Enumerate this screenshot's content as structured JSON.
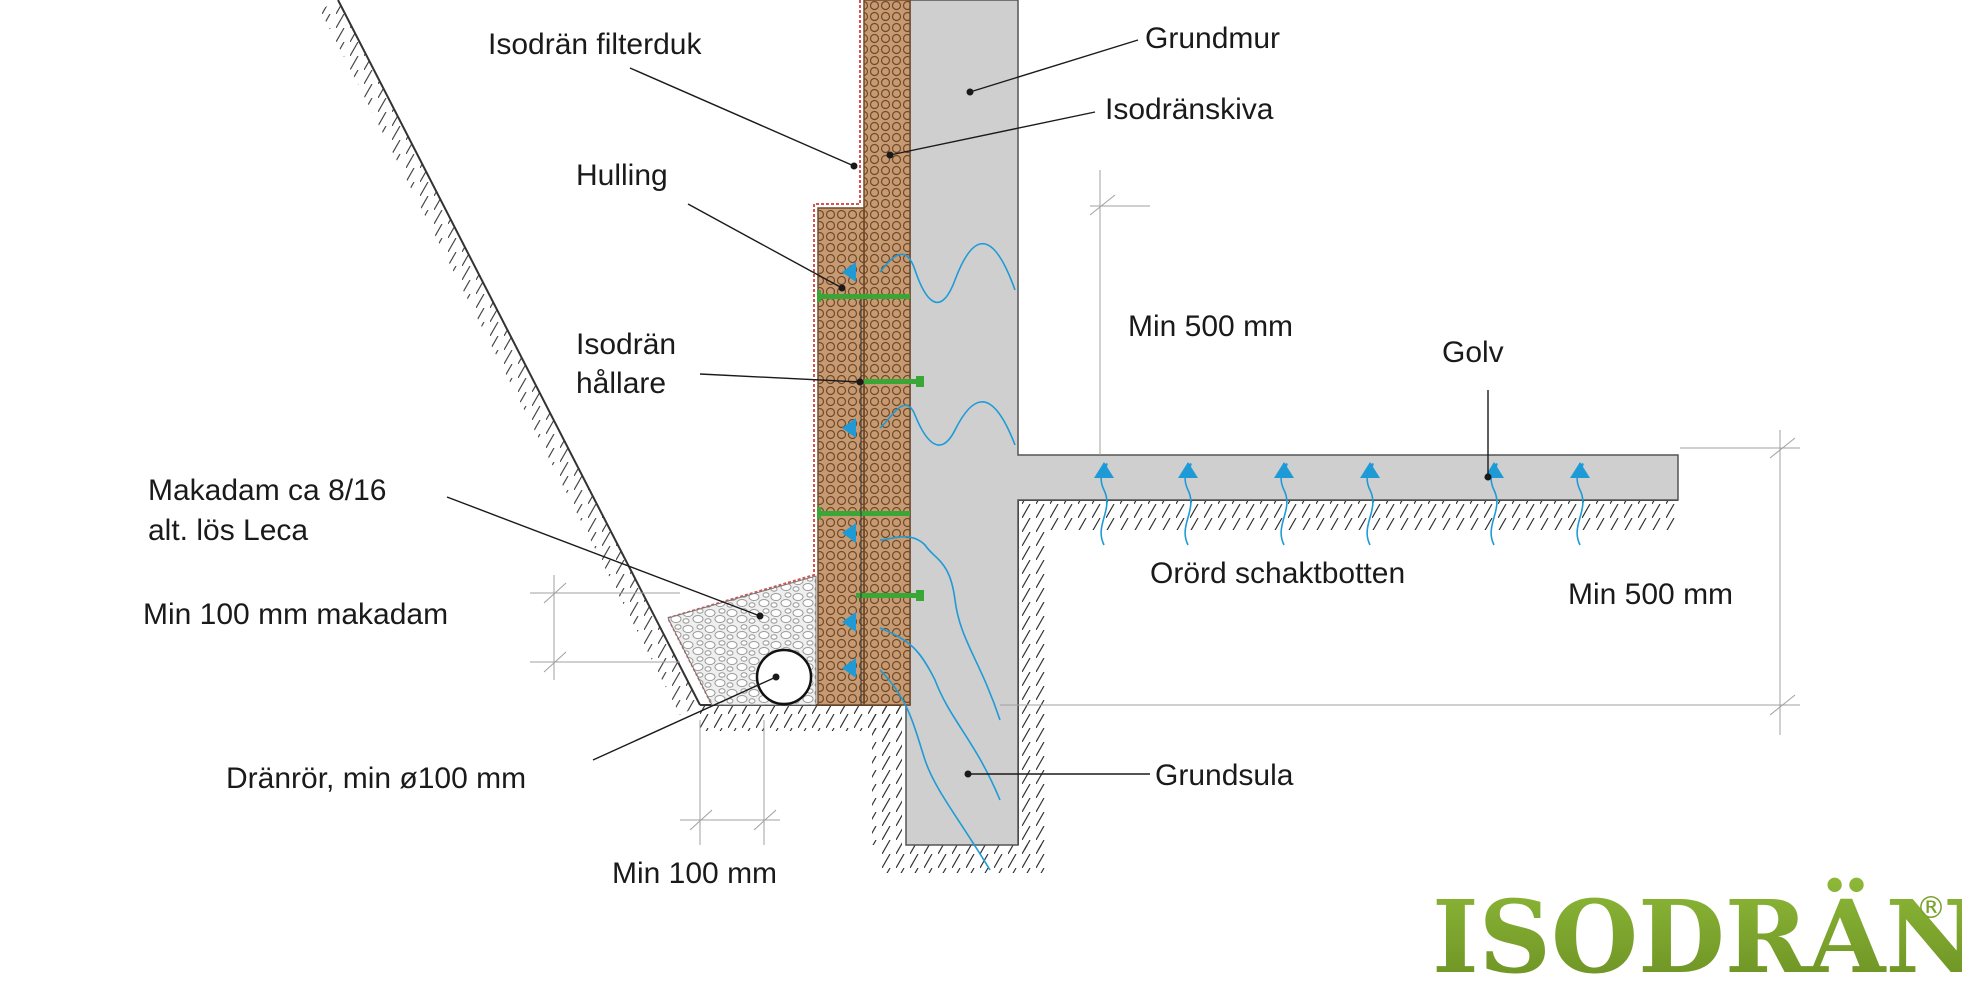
{
  "labels": {
    "filterduk": "Isodrän filterduk",
    "grundmur": "Grundmur",
    "isodranskiva": "Isodränskiva",
    "hulling": "Hulling",
    "hallare_line1": "Isodrän",
    "hallare_line2": "hållare",
    "min500_wall": "Min 500 mm",
    "golv": "Golv",
    "makadam_line1": "Makadam ca 8/16",
    "makadam_line2": "alt. lös Leca",
    "orord": "Orörd schaktbotten",
    "min500_right": "Min 500 mm",
    "min100_makadam": "Min 100 mm makadam",
    "dranror": "Dränrör, min ø100 mm",
    "grundsula": "Grundsula",
    "min100": "Min 100 mm"
  },
  "logo": {
    "text": "ISODRÄN",
    "registered": "®"
  },
  "colors": {
    "concrete": "#cfcfcf",
    "board": "#c79a72",
    "board_dots": "#6e4a2a",
    "gravel": "#eeeeee",
    "filter_line": "#d9534f",
    "holder": "#3aa635",
    "water": "#1e9bd7",
    "logo_green": "#7aa32b",
    "text": "#1a1a1a"
  }
}
